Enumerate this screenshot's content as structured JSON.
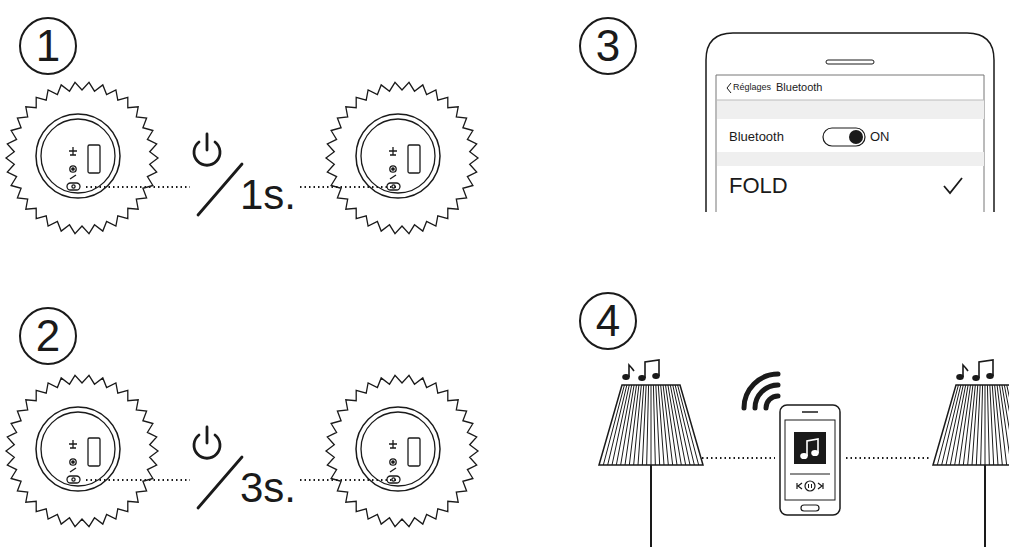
{
  "diagram": {
    "nodes": [
      {
        "text": [
          "1"
        ]
      },
      {
        "text": [
          "2"
        ]
      },
      {
        "text": [
          "3"
        ]
      },
      {
        "text": [
          "4"
        ]
      }
    ],
    "labels": [
      "1s.",
      "3s.",
      "Réglages",
      "Bluetooth",
      "Bluetooth",
      "ON",
      "FOLD"
    ]
  }
}
